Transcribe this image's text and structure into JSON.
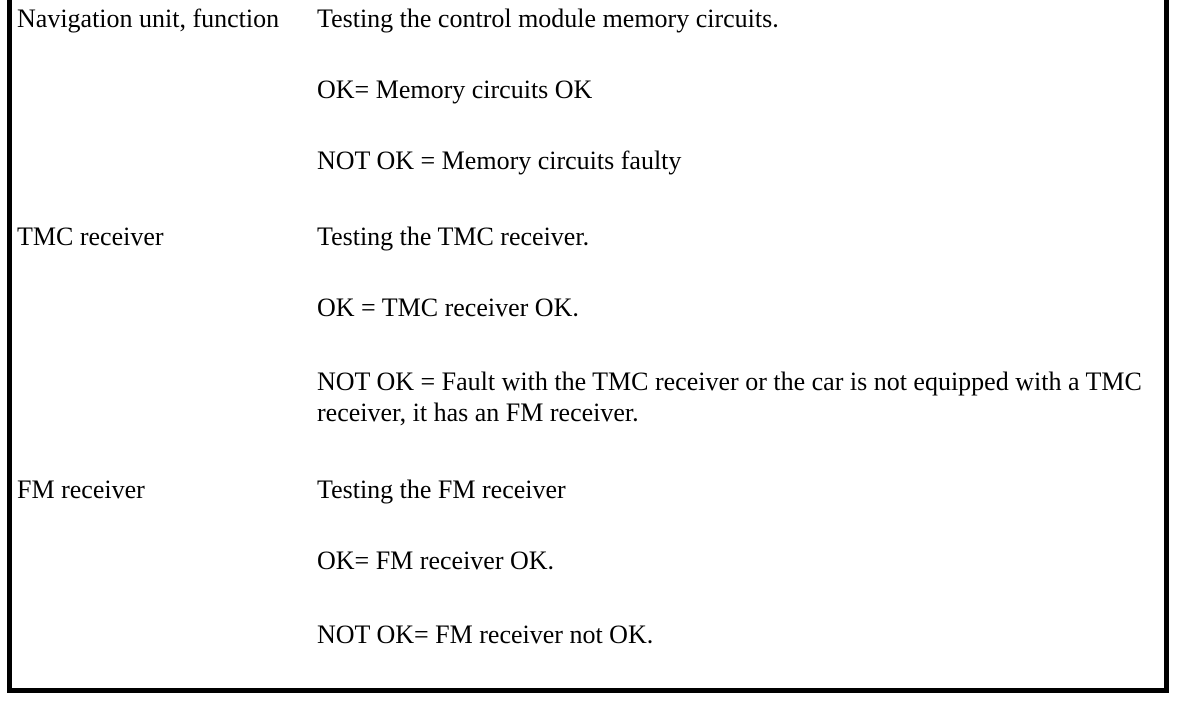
{
  "rows": [
    {
      "label": "Navigation unit, function",
      "lines": [
        "Testing the control module memory circuits.",
        "OK= Memory circuits OK",
        "NOT OK = Memory circuits faulty"
      ]
    },
    {
      "label": "TMC receiver",
      "lines": [
        "Testing the TMC receiver.",
        "OK = TMC receiver OK.",
        "NOT OK = Fault with the TMC receiver or the car is not equipped with a TMC receiver, it has an FM receiver."
      ]
    },
    {
      "label": "FM receiver",
      "lines": [
        "Testing the FM receiver",
        "OK= FM receiver OK.",
        "NOT OK= FM receiver not OK."
      ]
    }
  ]
}
